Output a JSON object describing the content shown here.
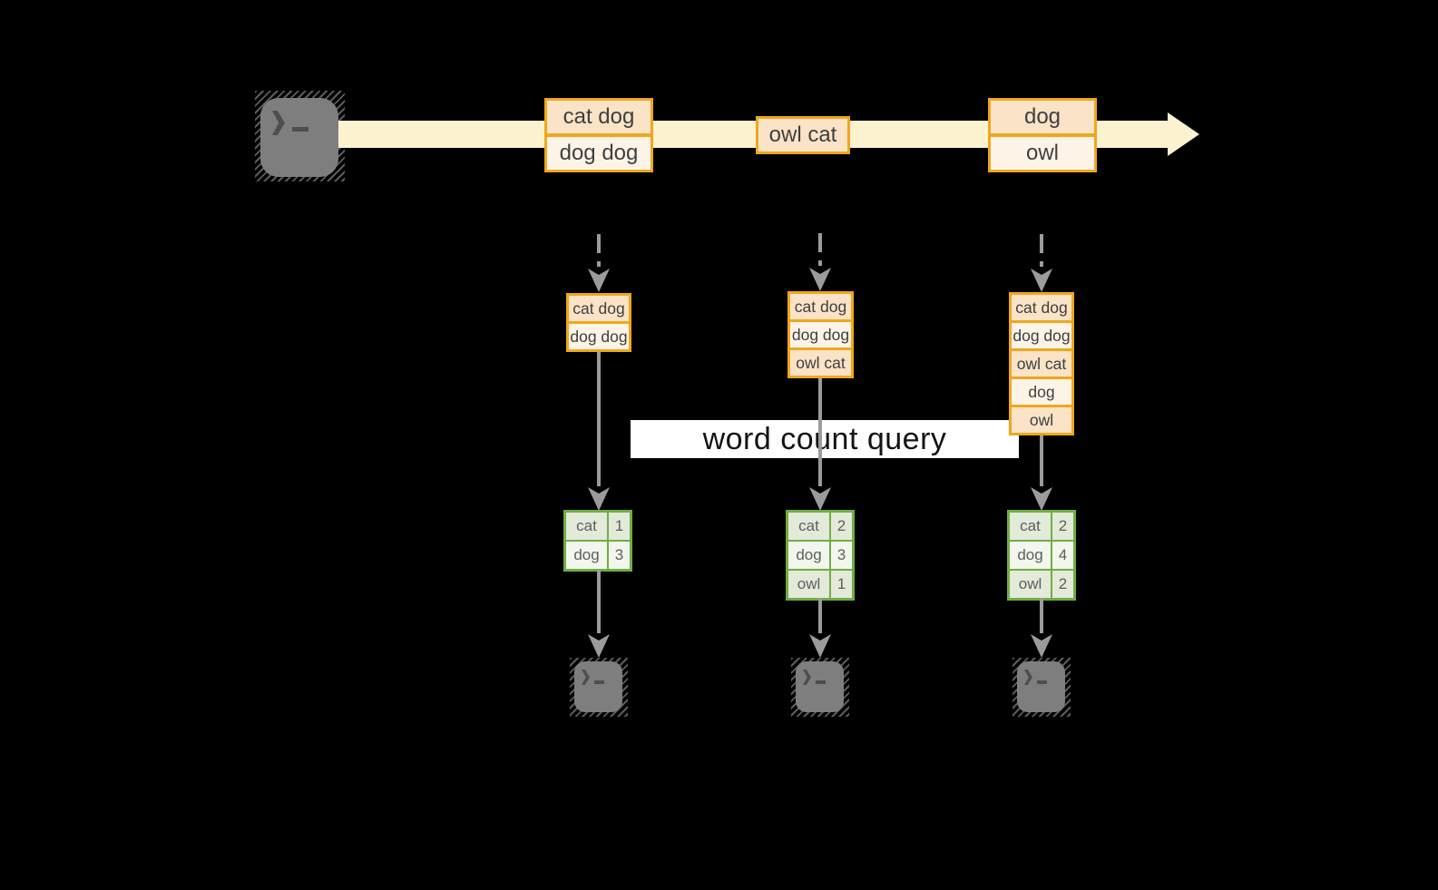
{
  "diagram_title": "word count query stream diagram",
  "banner": {
    "label": "word count query"
  },
  "colors": {
    "accent_orange": "#F0A71D",
    "peach_dark": "#FAE3C6",
    "peach_light": "#FDF4E7",
    "band_yellow": "#FCF2D0",
    "green_border": "#6FAE44",
    "green_dark": "#E3EAD9",
    "green_light": "#F2F6EC",
    "arrow_gray": "#9B9B9B",
    "terminal_gray": "#7E7E7E",
    "glyph_gray": "#4E4E4E",
    "hatch_gray": "#5C5C5C",
    "box_text": "#3F3F3F",
    "table_text": "#5E5E5E",
    "banner_bg": "#FFFFFF",
    "banner_text": "#141414"
  },
  "icons": {
    "source": "terminal-icon",
    "output": "terminal-icon",
    "prompt_glyph": ">_"
  },
  "timeline": {
    "groups": [
      {
        "items": [
          {
            "text": "cat dog"
          },
          {
            "text": "dog dog"
          }
        ]
      },
      {
        "items": [
          {
            "text": "owl cat"
          }
        ]
      },
      {
        "items": [
          {
            "text": "dog"
          },
          {
            "text": "owl"
          }
        ]
      }
    ]
  },
  "columns": [
    {
      "buffer": [
        "cat dog",
        "dog dog"
      ],
      "counts": [
        {
          "word": "cat",
          "count": "1"
        },
        {
          "word": "dog",
          "count": "3"
        }
      ]
    },
    {
      "buffer": [
        "cat dog",
        "dog dog",
        "owl cat"
      ],
      "counts": [
        {
          "word": "cat",
          "count": "2"
        },
        {
          "word": "dog",
          "count": "3"
        },
        {
          "word": "owl",
          "count": "1"
        }
      ]
    },
    {
      "buffer": [
        "cat dog",
        "dog dog",
        "owl cat",
        "dog",
        "owl"
      ],
      "counts": [
        {
          "word": "cat",
          "count": "2"
        },
        {
          "word": "dog",
          "count": "4"
        },
        {
          "word": "owl",
          "count": "2"
        }
      ]
    }
  ]
}
